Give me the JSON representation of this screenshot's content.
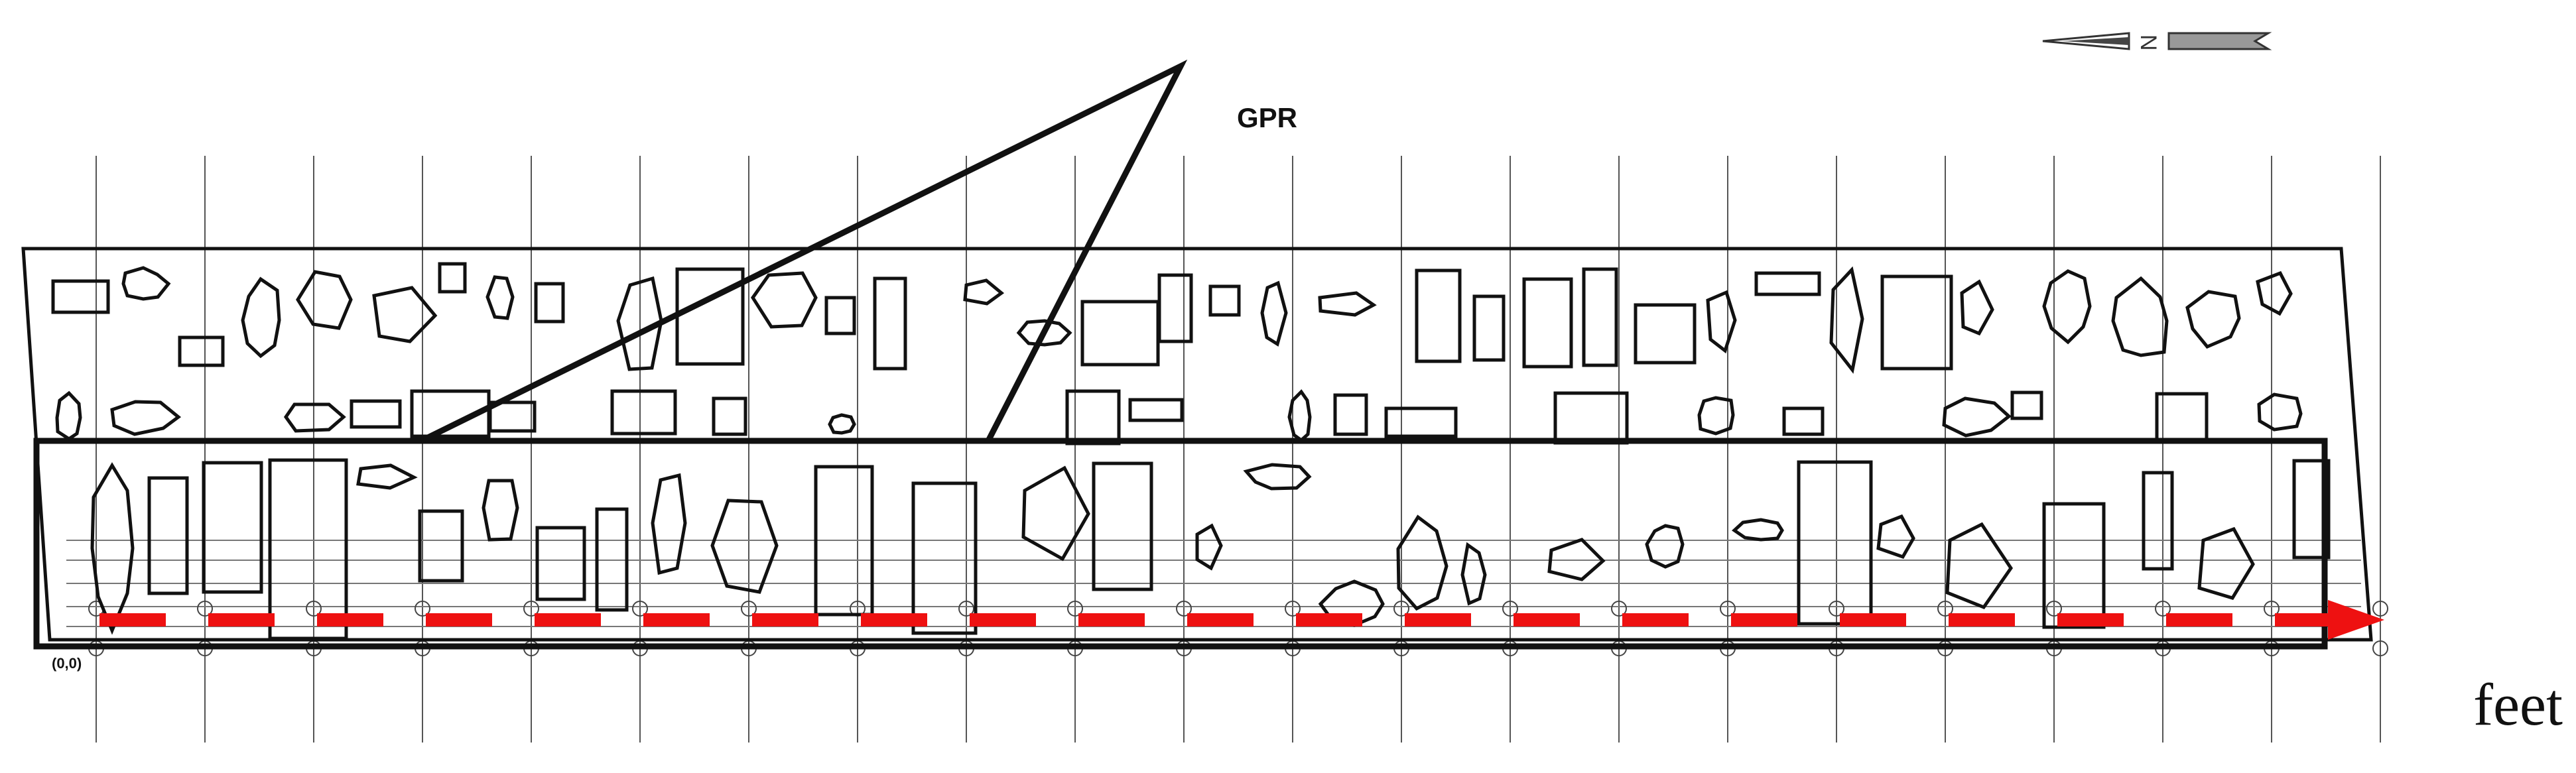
{
  "labels": {
    "gpr": "GPR",
    "origin": "(0,0)",
    "unit": "feet",
    "north": "N"
  },
  "colors": {
    "outline": "#111111",
    "grid": "#555555",
    "scan_path": "#ee1111"
  },
  "figure": {
    "type": "floor plan with GPR scan path",
    "scan_direction": "left-to-right along bottom grid line"
  }
}
